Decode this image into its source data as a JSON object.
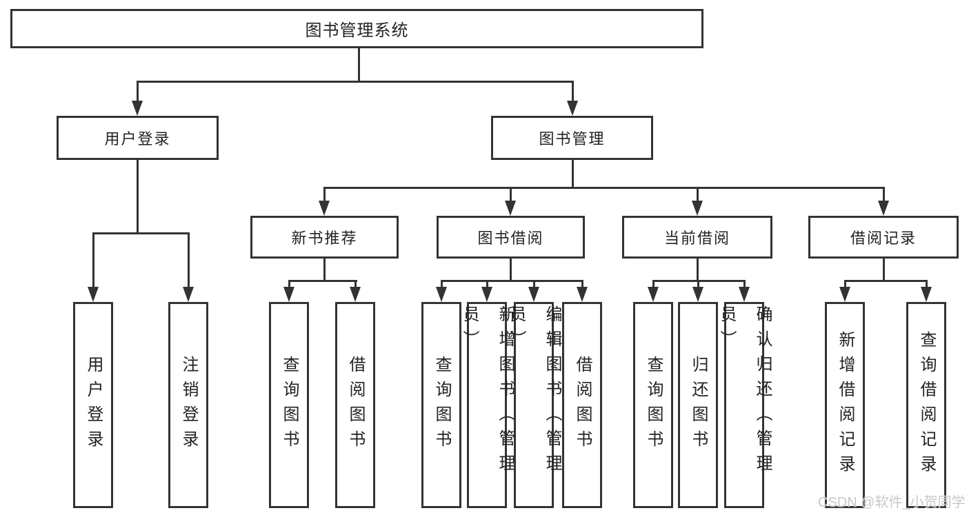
{
  "diagram": {
    "title": "图书管理系统",
    "colors": {
      "line": "#333333",
      "text": "#222222",
      "background": "#ffffff",
      "watermark": "#c8c8c8"
    },
    "nodes": {
      "root": {
        "label": "图书管理系统"
      },
      "user_login": {
        "label": "用户登录"
      },
      "book_mgmt": {
        "label": "图书管理"
      },
      "new_book_rec": {
        "label": "新书推荐"
      },
      "book_borrow": {
        "label": "图书借阅"
      },
      "current_borrow": {
        "label": "当前借阅"
      },
      "borrow_records": {
        "label": "借阅记录"
      },
      "leaf_user_login": {
        "label": "用户登录"
      },
      "leaf_logout": {
        "label": "注销登录"
      },
      "leaf_nb_query": {
        "label": "查询图书"
      },
      "leaf_nb_borrow": {
        "label": "借阅图书"
      },
      "leaf_bb_query": {
        "label": "查询图书"
      },
      "leaf_bb_add": {
        "label": "新增图书（管理员）"
      },
      "leaf_bb_edit": {
        "label": "编辑图书（管理员）"
      },
      "leaf_bb_borrow": {
        "label": "借阅图书"
      },
      "leaf_cb_query": {
        "label": "查询图书"
      },
      "leaf_cb_return": {
        "label": "归还图书"
      },
      "leaf_cb_confirm": {
        "label": "确认归还（管理员）"
      },
      "leaf_br_add": {
        "label": "新增借阅记录"
      },
      "leaf_br_query": {
        "label": "查询借阅记录"
      }
    },
    "watermark": "CSDN @软件_小贺同学"
  }
}
